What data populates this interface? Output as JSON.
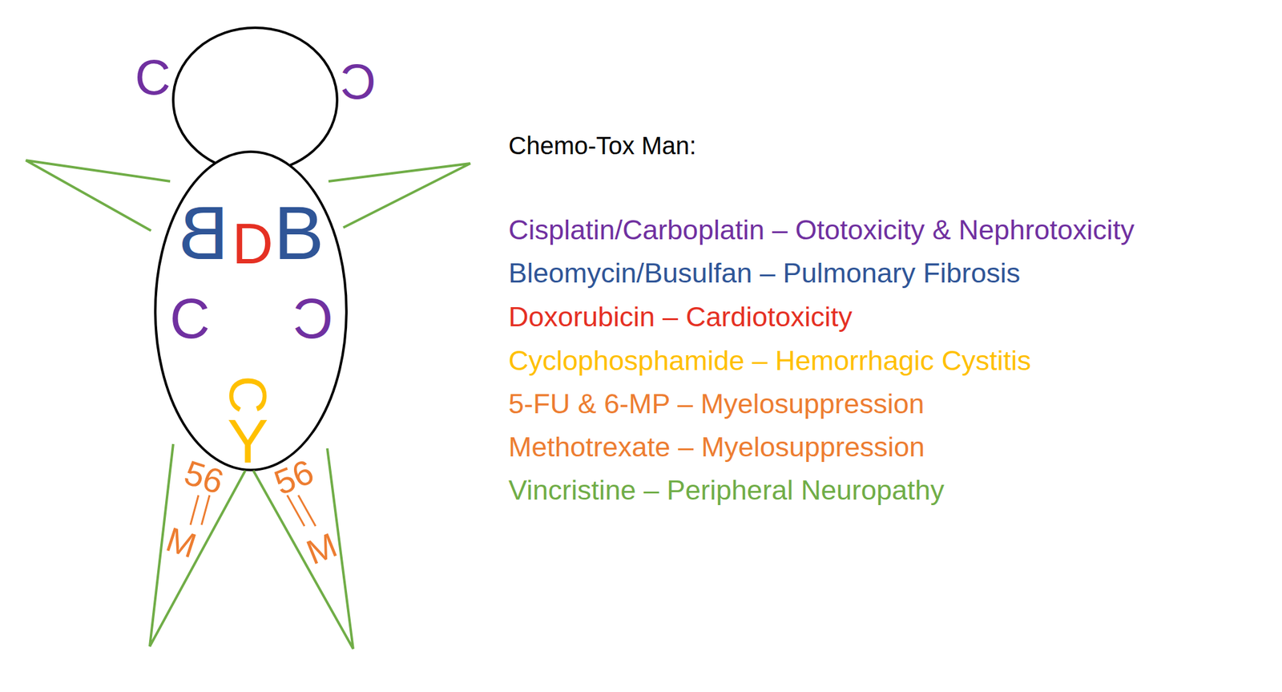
{
  "diagram": {
    "title": "Chemo-Tox Man:",
    "nodes": [
      {
        "text": [
          "B",
          "D",
          "B",
          "C",
          "C",
          "C",
          "Y"
        ]
      },
      {
        "text": [
          "56",
          "M"
        ]
      },
      {
        "text": [
          "56",
          "M"
        ]
      }
    ],
    "labels": [
      "C",
      "C",
      "Cisplatin/Carboplatin – Ototoxicity & Nephrotoxicity",
      "Bleomycin/Busulfan – Pulmonary Fibrosis",
      "Doxorubicin – Cardiotoxicity",
      "Cyclophosphamide – Hemorrhagic Cystitis",
      "5-FU & 6-MP – Myelosuppression",
      "Methotrexate – Myelosuppression",
      "Vincristine – Peripheral Neuropathy"
    ]
  }
}
